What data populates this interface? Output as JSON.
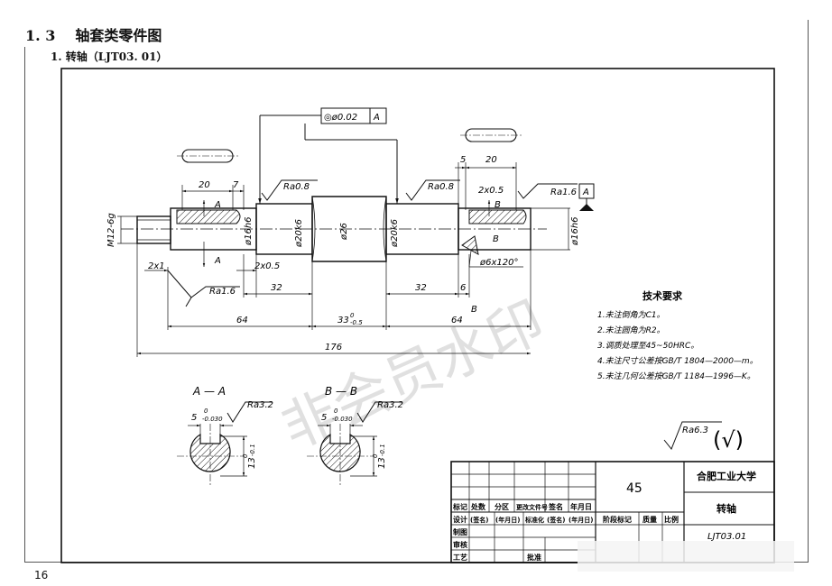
{
  "heading": {
    "number": "1. 3",
    "title": "轴套类零件图"
  },
  "subheading": {
    "text": "1.  转轴（LJT03. 01）"
  },
  "page_number": "16",
  "watermark": "非会员水印",
  "drawing": {
    "geo_tolerance": {
      "value": "◎ø0.02",
      "datum": "A"
    },
    "thread": "M12-6g",
    "diameters": {
      "left": "ø16h6",
      "mid_left": "ø20k6",
      "center": "ø26",
      "mid_right": "ø20k6",
      "right": "ø16h6"
    },
    "roughness": {
      "left_journal": "Ra0.8",
      "right_journal": "Ra0.8",
      "right_end": "Ra1.6",
      "left_bottom": "Ra1.6",
      "section": "Ra3.2",
      "general": "Ra6.3"
    },
    "datum_label": "A",
    "general_symbol": "(√)",
    "chamfers": {
      "left": "2x1",
      "left_groove": "2x0.5",
      "right_groove": "2x0.5"
    },
    "pin_hole": "ø6x120°",
    "dims": {
      "d20_left": "20",
      "d7": "7",
      "d5": "5",
      "d20_right": "20",
      "d32_left": "32",
      "d32_right": "32",
      "d6": "6",
      "d64_left": "64",
      "d33": "33",
      "d33_tol": "-0.5",
      "d33_tol_top": "0",
      "d64_right": "64",
      "d176": "176"
    },
    "section_markers": {
      "a_top": "A",
      "a_bottom": "A",
      "b_top": "B",
      "b_mid": "B",
      "b_bottom": "B"
    },
    "section_a": {
      "title": "A — A",
      "key_width": "5",
      "key_tol": "-0.030",
      "key_tol_top": "0",
      "depth": "13",
      "depth_tol": "-0.1",
      "depth_tol_top": "0"
    },
    "section_b": {
      "title": "B — B",
      "key_width": "5",
      "key_tol": "-0.030",
      "key_tol_top": "0",
      "depth": "13",
      "depth_tol": "-0.1",
      "depth_tol_top": "0"
    },
    "tech_requirements": {
      "title": "技术要求",
      "items": [
        "1.未注倒角为C1。",
        "2.未注圆角为R2。",
        "3.调质处理至45~50HRC。",
        "4.未注尺寸公差按GB/T 1804—2000—m。",
        "5.未注几何公差按GB/T 1184—1996—K。"
      ]
    },
    "title_block": {
      "material": "45",
      "school": "合肥工业大学",
      "part_name": "转轴",
      "part_code": "LJT03.01",
      "row1": [
        "标记",
        "处数",
        "分区",
        "更改文件号",
        "签名",
        "年月日"
      ],
      "row2": [
        "设计",
        "(签名)",
        "(年月日)",
        "标准化",
        "(签名)",
        "(年月日)"
      ],
      "stage_label": "阶段标记",
      "mass_label": "质量",
      "scale_label": "比例",
      "draw_label": "制图",
      "check_label": "审核",
      "process_label": "工艺",
      "approve_label": "批准"
    }
  }
}
